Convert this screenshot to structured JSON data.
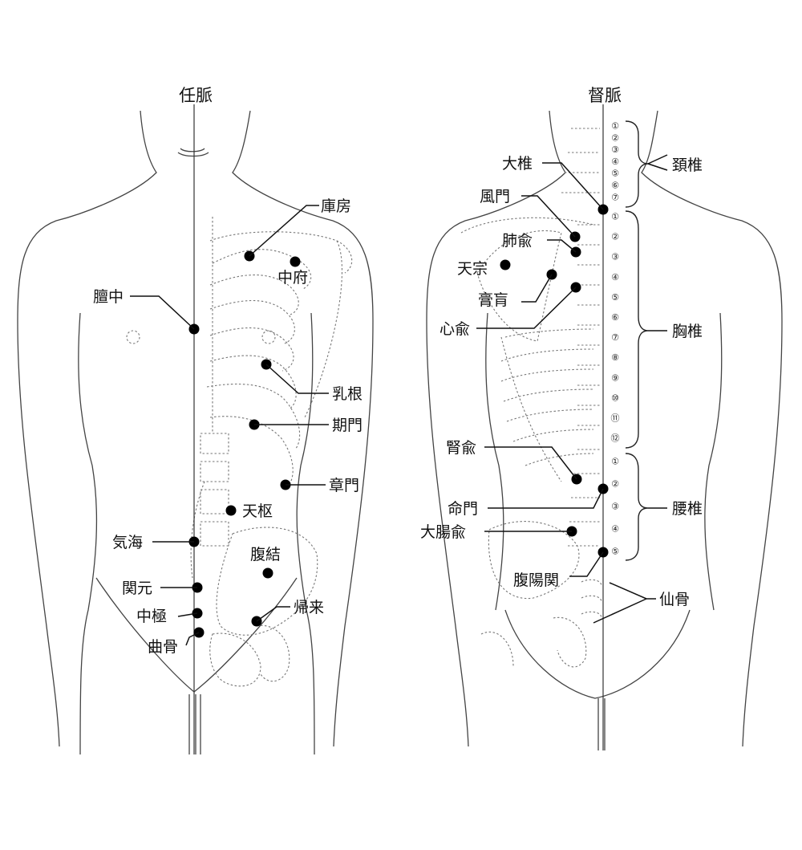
{
  "titles": {
    "left": "任脈",
    "right": "督脈"
  },
  "left_labels": {
    "kobo": "庫房",
    "chufu": "中府",
    "danchu": "膻中",
    "nyukon": "乳根",
    "kimon": "期門",
    "shomon": "章門",
    "tensu": "天枢",
    "kikai": "気海",
    "fukketsu": "腹結",
    "kangen": "関元",
    "kirai": "帰来",
    "chukyoku": "中極",
    "kyokkotsu": "曲骨"
  },
  "right_labels": {
    "daitsui": "大椎",
    "keitsui": "頚椎",
    "fumon": "風門",
    "haiyu": "肺兪",
    "tenso": "天宗",
    "koko": "膏肓",
    "shinyu": "心兪",
    "kyotsui": "胸椎",
    "jinyu": "腎兪",
    "meimon": "命門",
    "yotsui": "腰椎",
    "daichoyu": "大腸兪",
    "fukuyokan": "腹陽関",
    "senkotsu": "仙骨"
  },
  "vertebra_numbers": {
    "cervical": [
      "①",
      "②",
      "③",
      "④",
      "⑤",
      "⑥",
      "⑦"
    ],
    "thoracic": [
      "①",
      "②",
      "③",
      "④",
      "⑤",
      "⑥",
      "⑦",
      "⑧",
      "⑨",
      "⑩",
      "⑪",
      "⑫"
    ],
    "lumbar": [
      "①",
      "②",
      "③",
      "④",
      "⑤"
    ]
  }
}
